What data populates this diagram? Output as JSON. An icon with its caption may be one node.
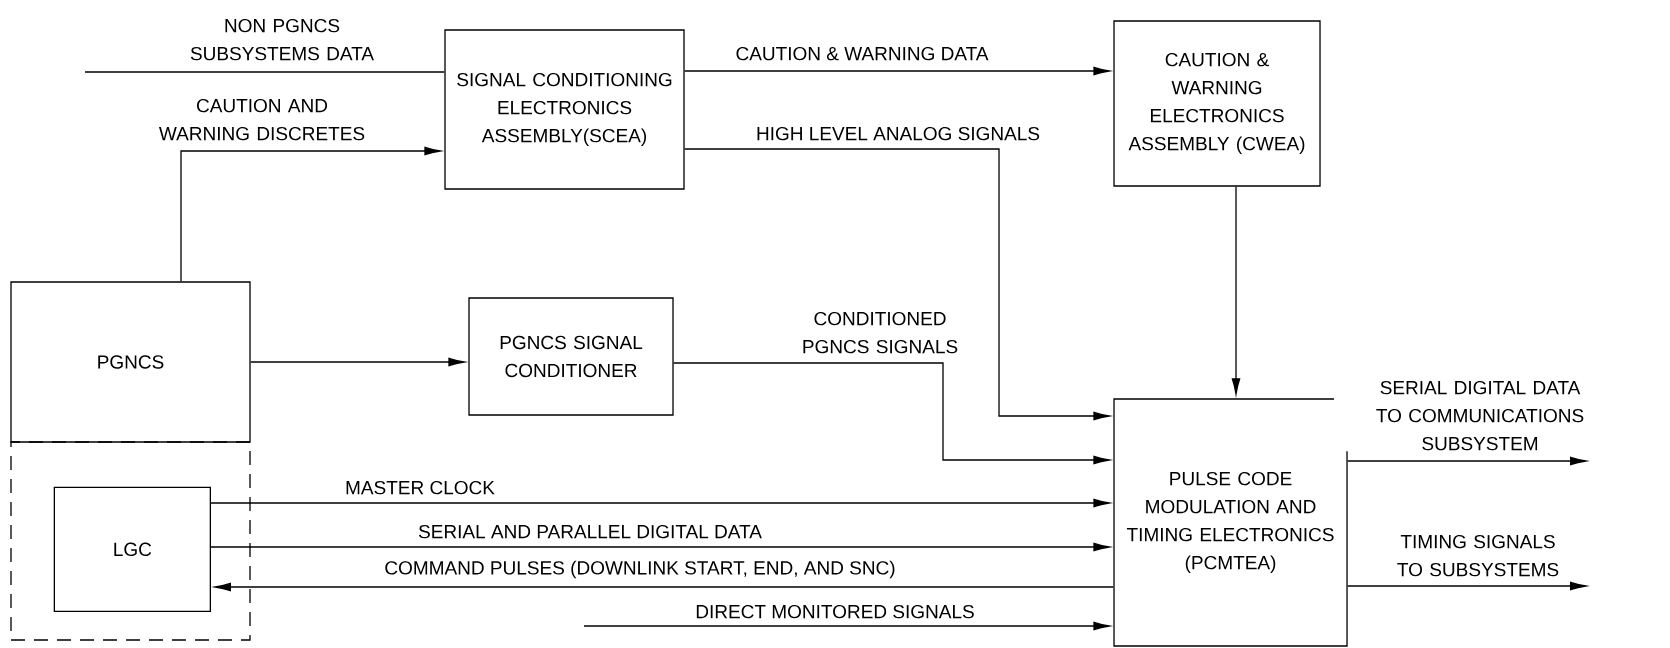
{
  "diagram": {
    "nodes": [
      {
        "text": [
          "SIGNAL CONDITIONING ELECTRONICS ASSEMBLY(SCEA)"
        ]
      },
      {
        "text": [
          "CAUTION & WARNING ELECTRONICS ASSEMBLY (CWEA)"
        ]
      },
      {
        "text": [
          "PGNCS"
        ]
      },
      {
        "text": [
          "PGNCS SIGNAL CONDITIONER"
        ]
      },
      {
        "text": [],
        "shape": "box"
      },
      {
        "text": [
          "LGC"
        ],
        "in": 4
      },
      {
        "text": [
          "PULSE CODE MODULATION AND TIMING ELECTRONICS (PCMTEA)"
        ]
      }
    ],
    "edges": [
      {
        "from": null,
        "to": 0,
        "arrow": "none",
        "label": "NON PGNCS SUBSYSTEMS DATA"
      },
      {
        "from": 2,
        "to": 0,
        "arrow": "to",
        "label": "CAUTION AND WARNING DISCRETES"
      },
      {
        "from": 0,
        "to": 1,
        "arrow": "to",
        "label": "CAUTION & WARNING DATA"
      },
      {
        "from": 0,
        "to": 6,
        "arrow": "to",
        "label": "HIGH LEVEL ANALOG SIGNALS"
      },
      {
        "from": 1,
        "to": 6,
        "arrow": "to"
      },
      {
        "from": 2,
        "to": 3,
        "arrow": "to"
      },
      {
        "from": 3,
        "to": 6,
        "arrow": "to",
        "label": "CONDITIONED PGNCS SIGNALS"
      },
      {
        "from": 5,
        "to": 6,
        "arrow": "to",
        "label": "MASTER CLOCK"
      },
      {
        "from": 5,
        "to": 6,
        "arrow": "to",
        "label": "SERIAL AND PARALLEL DIGITAL DATA"
      },
      {
        "from": 6,
        "to": 5,
        "arrow": "to",
        "label": "COMMAND PULSES (DOWNLINK START, END, AND SNC)"
      },
      {
        "from": null,
        "to": 6,
        "arrow": "to",
        "label": "DIRECT MONITORED SIGNALS"
      },
      {
        "from": 6,
        "to": null,
        "arrow": "to",
        "label": "SERIAL DIGITAL DATA TO COMMUNICATIONS SUBSYSTEM"
      },
      {
        "from": 6,
        "to": null,
        "arrow": "to",
        "label": "TIMING SIGNALS TO SUBSYSTEMS"
      }
    ]
  }
}
